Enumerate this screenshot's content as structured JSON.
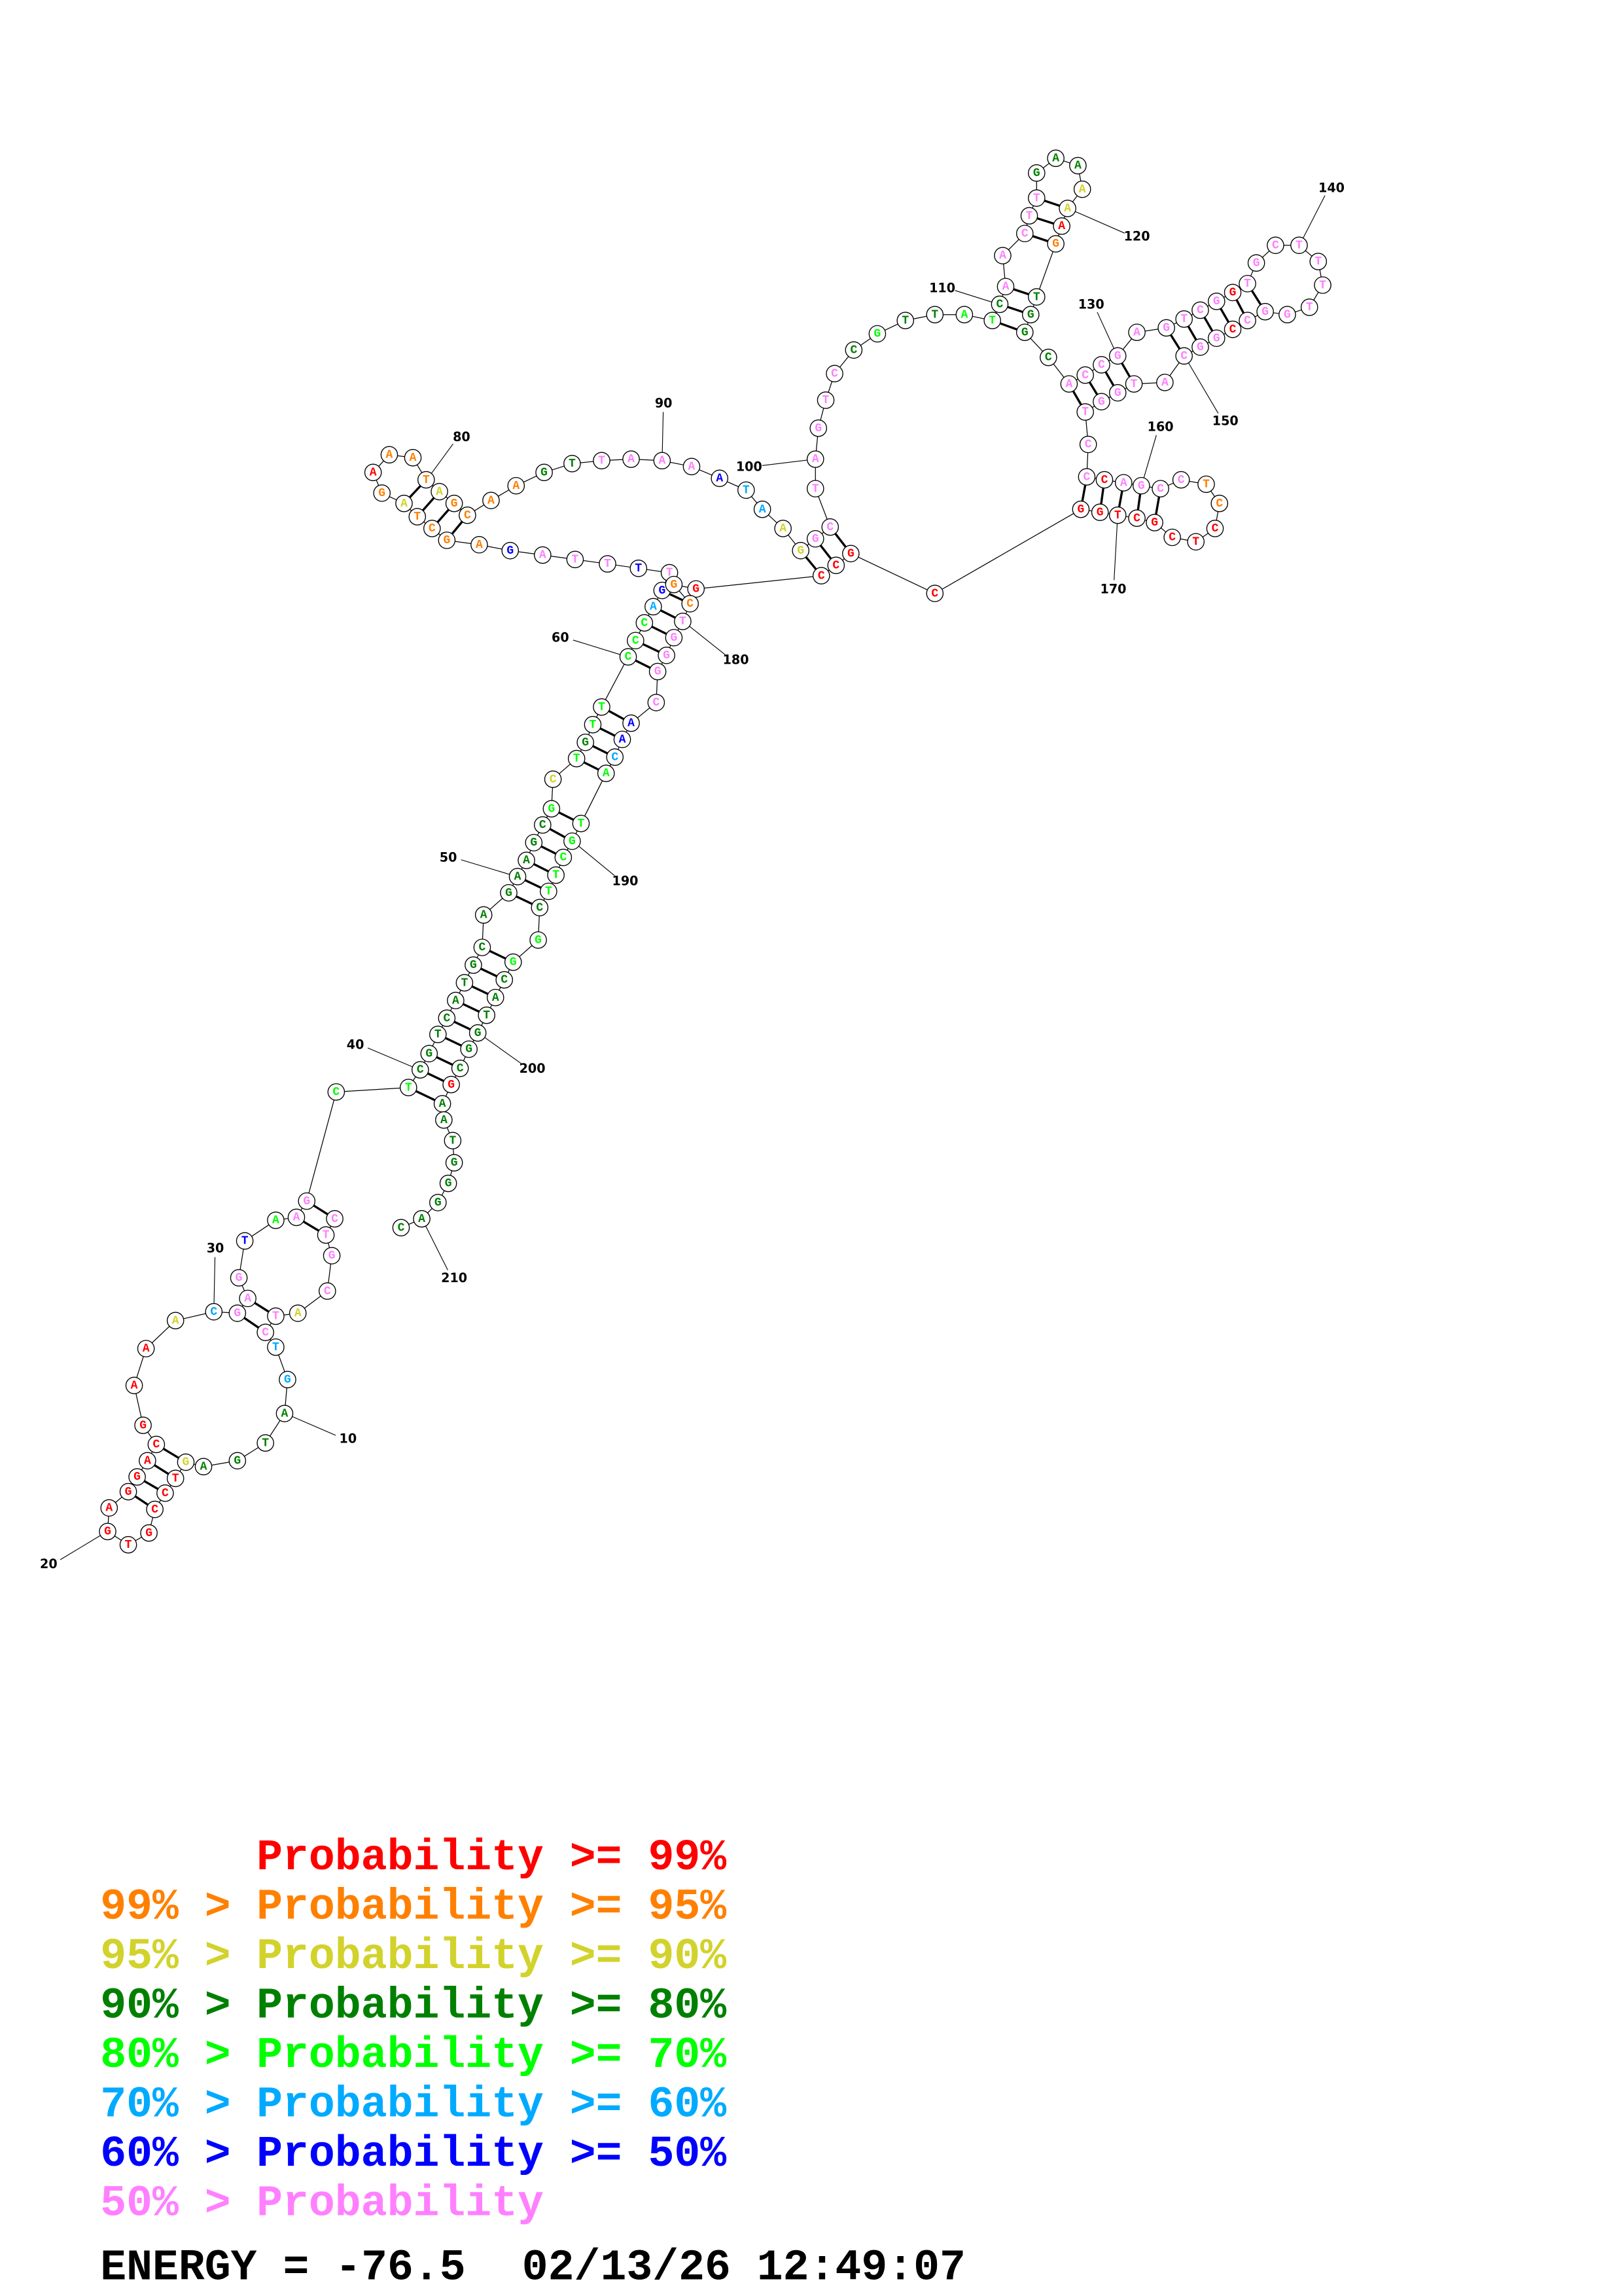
{
  "structure": {
    "sequence": "CTGCATCTGATGAGTCCGTGAGGACGAAACGAGTAAGCTCGTCATGCAGAAGCGCTGTTCCCAGTTTTAGAGCTAGAAATAGCAAGTTAAAATAAGGCTAGTCCGTTATCAACTTGAAAAAGTGGCACCGAGTCGGTGCTTTTGGCCGGCATGGTCCCAGCCTCCTCGCTGGCGCCGGCTGGGCAACATGCTTCGGCATGGCGAATGGGAC",
    "probability_class": "ppppyppllddddyrrrrrrrrrrrrrrylpppbgppggddddddddddddddgygdggggglbpbpppbooooyoroooyooooddppppbllyypppppppdgddggdpppppdddyyroddddppppppppprpppppppppprpppppppppprppppoorrrrrrrrrrrrroopppppbblggggggdggddddddrdddddddddgyddggdo",
    "pairs": [
      [
        1,
        37
      ],
      [
        2,
        36
      ],
      [
        6,
        32
      ],
      [
        7,
        31
      ],
      [
        14,
        25
      ],
      [
        15,
        24
      ],
      [
        16,
        23
      ],
      [
        17,
        22
      ],
      [
        39,
        204
      ],
      [
        40,
        203
      ],
      [
        41,
        202
      ],
      [
        42,
        201
      ],
      [
        43,
        200
      ],
      [
        44,
        199
      ],
      [
        45,
        198
      ],
      [
        46,
        197
      ],
      [
        47,
        196
      ],
      [
        49,
        194
      ],
      [
        50,
        193
      ],
      [
        51,
        192
      ],
      [
        52,
        191
      ],
      [
        53,
        190
      ],
      [
        54,
        189
      ],
      [
        56,
        188
      ],
      [
        57,
        187
      ],
      [
        58,
        186
      ],
      [
        59,
        185
      ],
      [
        60,
        183
      ],
      [
        61,
        182
      ],
      [
        62,
        181
      ],
      [
        63,
        180
      ],
      [
        64,
        179
      ],
      [
        72,
        83
      ],
      [
        73,
        82
      ],
      [
        74,
        81
      ],
      [
        75,
        80
      ],
      [
        96,
        176
      ],
      [
        97,
        175
      ],
      [
        98,
        174
      ],
      [
        109,
        125
      ],
      [
        110,
        124
      ],
      [
        111,
        123
      ],
      [
        113,
        122
      ],
      [
        114,
        121
      ],
      [
        115,
        120
      ],
      [
        127,
        155
      ],
      [
        128,
        154
      ],
      [
        129,
        153
      ],
      [
        130,
        152
      ],
      [
        132,
        150
      ],
      [
        133,
        149
      ],
      [
        134,
        148
      ],
      [
        135,
        147
      ],
      [
        136,
        146
      ],
      [
        137,
        145
      ],
      [
        157,
        172
      ],
      [
        158,
        171
      ],
      [
        159,
        170
      ],
      [
        160,
        169
      ],
      [
        161,
        168
      ]
    ],
    "position_labels": [
      "10",
      "20",
      "30",
      "40",
      "50",
      "60",
      "80",
      "90",
      "100",
      "110",
      "120",
      "130",
      "140",
      "150",
      "160",
      "170",
      "180",
      "190",
      "200",
      "210"
    ]
  },
  "colors": {
    "r": "#ff0000",
    "o": "#ff8000",
    "y": "#d2d22c",
    "d": "#008000",
    "g": "#00ff00",
    "l": "#00aaff",
    "b": "#0000ff",
    "p": "#ff80ff"
  },
  "legend": [
    {
      "prefix": "",
      "body": "Probability >= 99%",
      "color": "#ff0000"
    },
    {
      "prefix": "99% >",
      "body": "Probability >= 95%",
      "color": "#ff8000"
    },
    {
      "prefix": "95% >",
      "body": "Probability >= 90%",
      "color": "#d2d22c"
    },
    {
      "prefix": "90% >",
      "body": "Probability >= 80%",
      "color": "#008000"
    },
    {
      "prefix": "80% >",
      "body": "Probability >= 70%",
      "color": "#00ff00"
    },
    {
      "prefix": "70% >",
      "body": "Probability >= 60%",
      "color": "#00aaff"
    },
    {
      "prefix": "60% >",
      "body": "Probability >= 50%",
      "color": "#0000ff"
    },
    {
      "prefix": "50% >",
      "body": "Probability",
      "color": "#ff80ff"
    }
  ],
  "footer": {
    "energy": "ENERGY = -76.5",
    "timestamp": "02/13/26 12:49:07"
  }
}
